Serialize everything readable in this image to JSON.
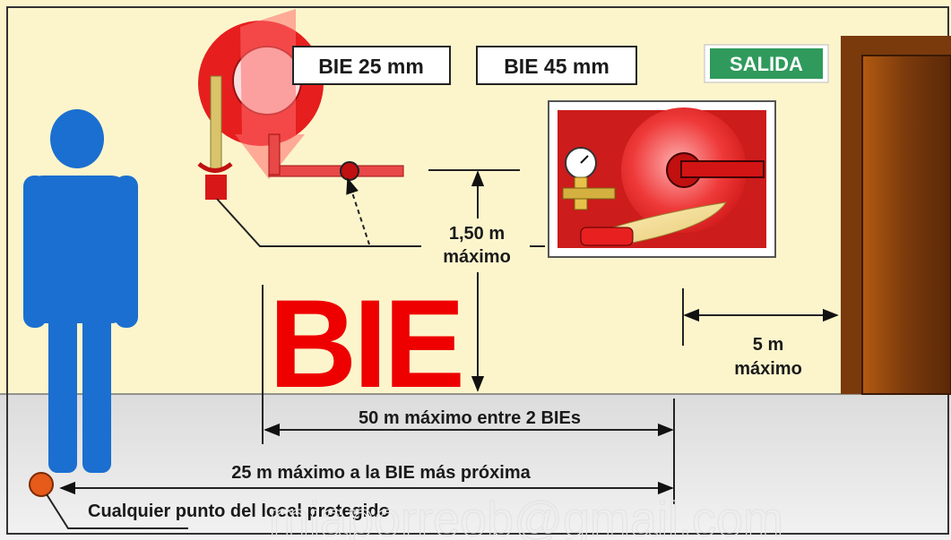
{
  "diagram": {
    "labels": {
      "bie25": "BIE 25 mm",
      "bie45": "BIE 45 mm",
      "salida": "SALIDA",
      "height_value": "1,50 m",
      "height_qualifier": "máximo",
      "big_title": "BIE",
      "door_value": "5 m",
      "door_qualifier": "máximo",
      "between": "50 m máximo entre 2 BIEs",
      "nearest": "25 m máximo a la BIE más próxima",
      "any_point": "Cualquier punto del local protegido",
      "watermark": "miaporreob@gmail.com"
    },
    "colors": {
      "wall": "#fcf5cc",
      "floor": "#e6e6e6",
      "person": "#1b6fd0",
      "hose_red": "#e01818",
      "salida_green": "#2f9a5c",
      "door": "#8a4410",
      "big_title": "#ee0000"
    }
  }
}
